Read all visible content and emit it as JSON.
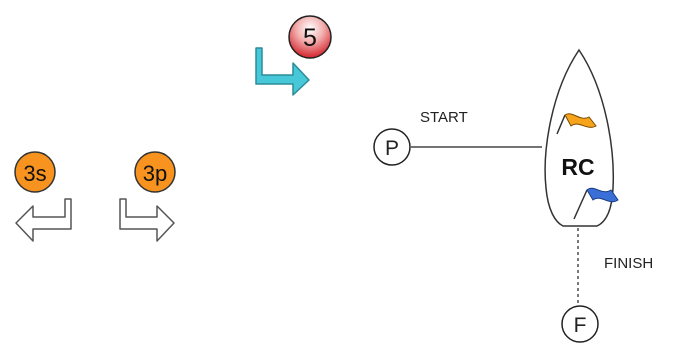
{
  "marks": {
    "mark_5": "5",
    "mark_3s": "3s",
    "mark_3p": "3p"
  },
  "start_line": {
    "label": "START",
    "pin_letter": "P"
  },
  "finish_line": {
    "label": "FINISH",
    "pin_letter": "F"
  },
  "committee_boat": {
    "label": "RC"
  },
  "colors": {
    "mark_orange": "#f7931e",
    "mark_red": "#d2232a",
    "turn_arrow_cyan": "#47c8d8",
    "flag_orange": "#f7a41d",
    "flag_blue": "#3a6fd8",
    "outline": "#333333"
  },
  "icons": [
    "turn-right-arrow-icon",
    "turn-left-arrow-icon",
    "orange-flag-icon",
    "blue-flag-icon"
  ]
}
